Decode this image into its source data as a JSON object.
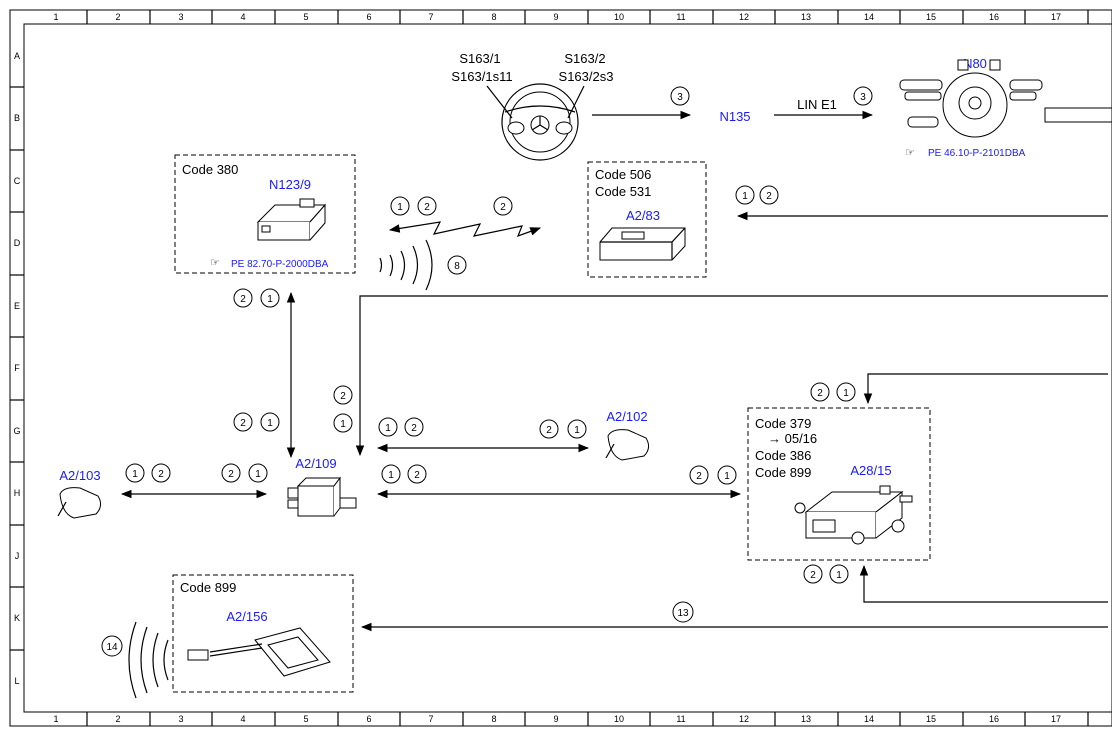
{
  "grid": {
    "columns": [
      "1",
      "2",
      "3",
      "4",
      "5",
      "6",
      "7",
      "8",
      "9",
      "10",
      "11",
      "12",
      "13",
      "14",
      "15",
      "16",
      "17"
    ],
    "rows": [
      "A",
      "B",
      "C",
      "D",
      "E",
      "F",
      "G",
      "H",
      "J",
      "K",
      "L"
    ]
  },
  "components": {
    "steering_wheel": {
      "label_left": "S163/1",
      "label_left2": "S163/1s11",
      "label_right": "S163/2",
      "label_right2": "S163/2s3"
    },
    "n135": {
      "label": "N135"
    },
    "n80": {
      "label": "N80",
      "ref": "PE 46.10-P-2101DBA"
    },
    "lin": {
      "label": "LIN E1"
    },
    "n123": {
      "code": "Code 380",
      "label": "N123/9",
      "ref": "PE 82.70-P-2000DBA"
    },
    "a283": {
      "code1": "Code 506",
      "code2": "Code 531",
      "label": "A2/83"
    },
    "a2102": {
      "label": "A2/102"
    },
    "a2103": {
      "label": "A2/103"
    },
    "a2109": {
      "label": "A2/109"
    },
    "a2815": {
      "code1": "Code 379",
      "code_sub": "→ 05/16",
      "code2": "Code 386",
      "code3": "Code 899",
      "label": "A28/15"
    },
    "a2156": {
      "code": "Code 899",
      "label": "A2/156"
    }
  },
  "circle_labels": {
    "one": "1",
    "two": "2",
    "three": "3",
    "eight": "8",
    "thirteen": "13",
    "fourteen": "14"
  },
  "icons": [
    "steering-wheel-icon",
    "control-module-icon",
    "mirror-icon",
    "antenna-wave-icon",
    "tag-card-icon"
  ]
}
